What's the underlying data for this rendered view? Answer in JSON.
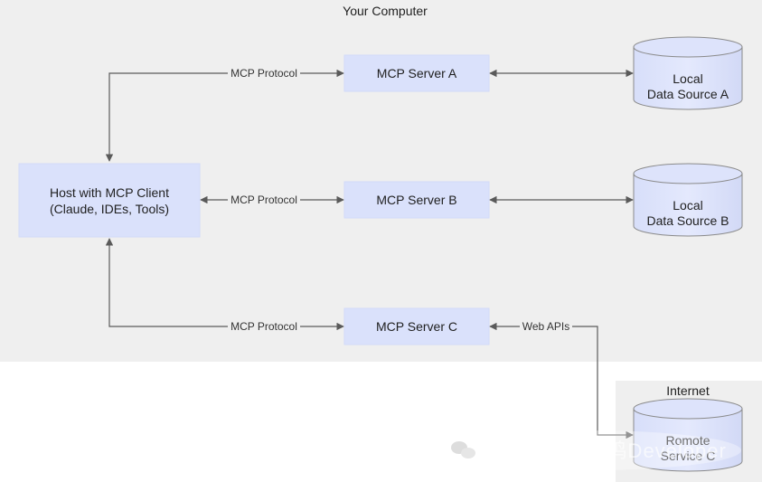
{
  "diagram": {
    "groups": {
      "computer_label": "Your Computer",
      "internet_label": "Internet"
    },
    "host": {
      "line1": "Host with MCP Client",
      "line2": "(Claude, IDEs, Tools)"
    },
    "servers": {
      "a": "MCP Server A",
      "b": "MCP Server B",
      "c": "MCP Server C"
    },
    "data_sources": {
      "a_line1": "Local",
      "a_line2": "Data Source A",
      "b_line1": "Local",
      "b_line2": "Data Source B",
      "c_line1": "Romote",
      "c_line2": "Service C"
    },
    "edges": {
      "protocol_a": "MCP Protocol",
      "protocol_b": "MCP Protocol",
      "protocol_c": "MCP Protocol",
      "web_apis": "Web APIs"
    },
    "watermark": "公众号 · 吉小鸣Developer",
    "colors": {
      "group_bg": "#efefef",
      "node_fill": "#dae1fb",
      "edge": "#5a5a5a"
    }
  }
}
